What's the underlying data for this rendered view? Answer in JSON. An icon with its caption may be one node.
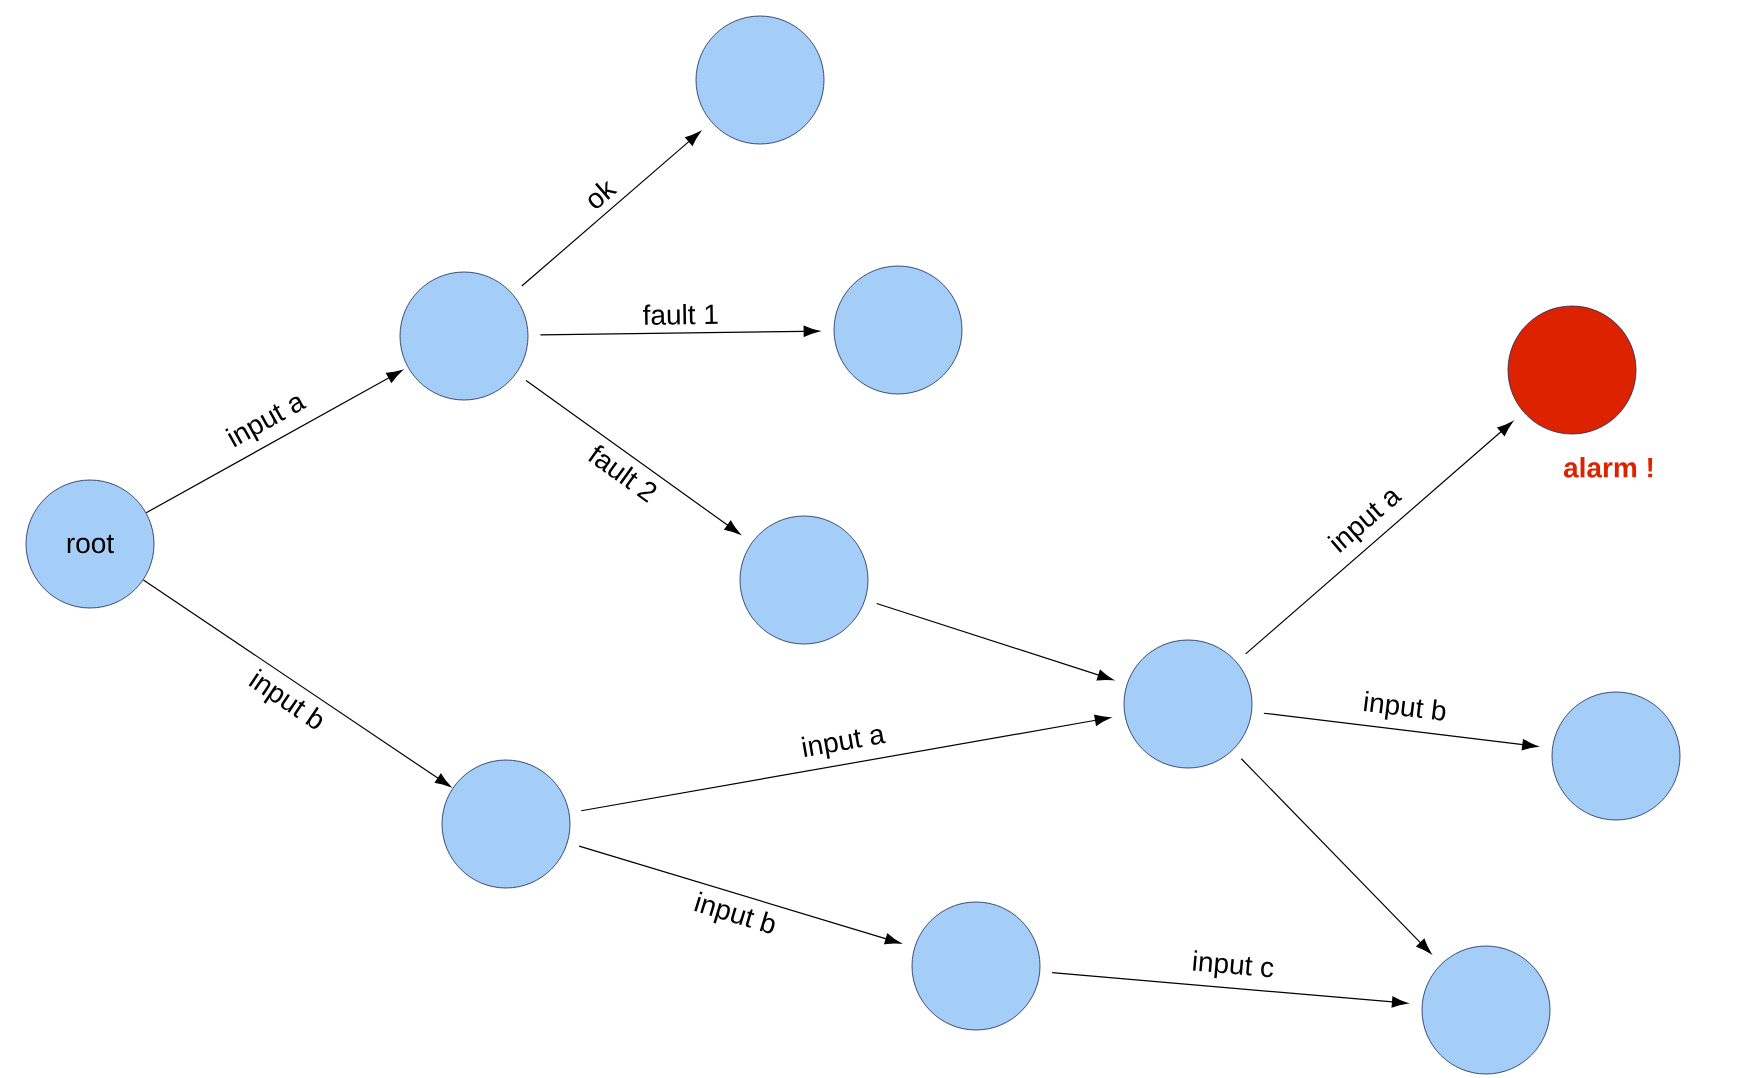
{
  "diagram": {
    "nodes": [
      {
        "text": [
          "root"
        ]
      },
      {
        "text": [],
        "shape": "circle"
      },
      {
        "text": [],
        "shape": "circle"
      },
      {
        "text": [],
        "shape": "circle"
      },
      {
        "text": [],
        "shape": "circle"
      },
      {
        "text": [],
        "shape": "circle"
      },
      {
        "text": [],
        "shape": "circle"
      },
      {
        "text": [],
        "shape": "circle",
        "beside": [
          "alarm !"
        ]
      },
      {
        "text": [],
        "shape": "circle"
      },
      {
        "text": [],
        "shape": "circle"
      },
      {
        "text": [],
        "shape": "circle"
      }
    ],
    "edges": [
      {
        "from": 0,
        "to": 1,
        "arrow": "to",
        "label": "input a"
      },
      {
        "from": 0,
        "to": 5,
        "arrow": "to",
        "label": "input b"
      },
      {
        "from": 1,
        "to": 2,
        "arrow": "to",
        "label": "ok"
      },
      {
        "from": 1,
        "to": 3,
        "arrow": "to",
        "label": "fault 1"
      },
      {
        "from": 1,
        "to": 4,
        "arrow": "to",
        "label": "fault 2"
      },
      {
        "from": 4,
        "to": 6,
        "arrow": "to"
      },
      {
        "from": 5,
        "to": 6,
        "arrow": "to",
        "label": "input a"
      },
      {
        "from": 5,
        "to": 9,
        "arrow": "to",
        "label": "input b"
      },
      {
        "from": 9,
        "to": 10,
        "arrow": "to",
        "label": "input c"
      },
      {
        "from": 6,
        "to": 7,
        "arrow": "to",
        "label": "input a"
      },
      {
        "from": 6,
        "to": 8,
        "arrow": "to",
        "label": "input b"
      },
      {
        "from": 6,
        "to": 10,
        "arrow": "to"
      }
    ]
  }
}
